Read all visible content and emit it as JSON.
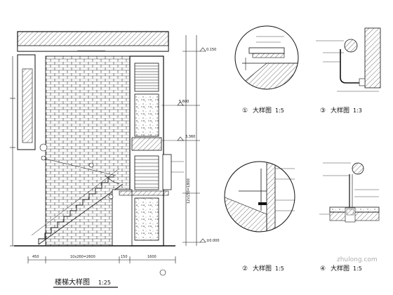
{
  "main": {
    "title": "楼梯大样图",
    "scale": "1:25"
  },
  "details": [
    {
      "number": "①",
      "title": "大样图",
      "scale": "1:5"
    },
    {
      "number": "③",
      "title": "大样图",
      "scale": "1:3"
    },
    {
      "number": "②",
      "title": "大样图",
      "scale": "1:5"
    },
    {
      "number": "④",
      "title": "大样图",
      "scale": "1:5"
    }
  ],
  "elevations": [
    "0.150",
    "5.600",
    "3.360",
    "±0.000"
  ],
  "dimensions": {
    "bottom_left": "450",
    "bottom_mid": "10x260=2600",
    "bottom_mid2": "150",
    "bottom_right": "1600",
    "vertical_flight": "12x150=1800"
  },
  "watermark": "zhulong.com"
}
